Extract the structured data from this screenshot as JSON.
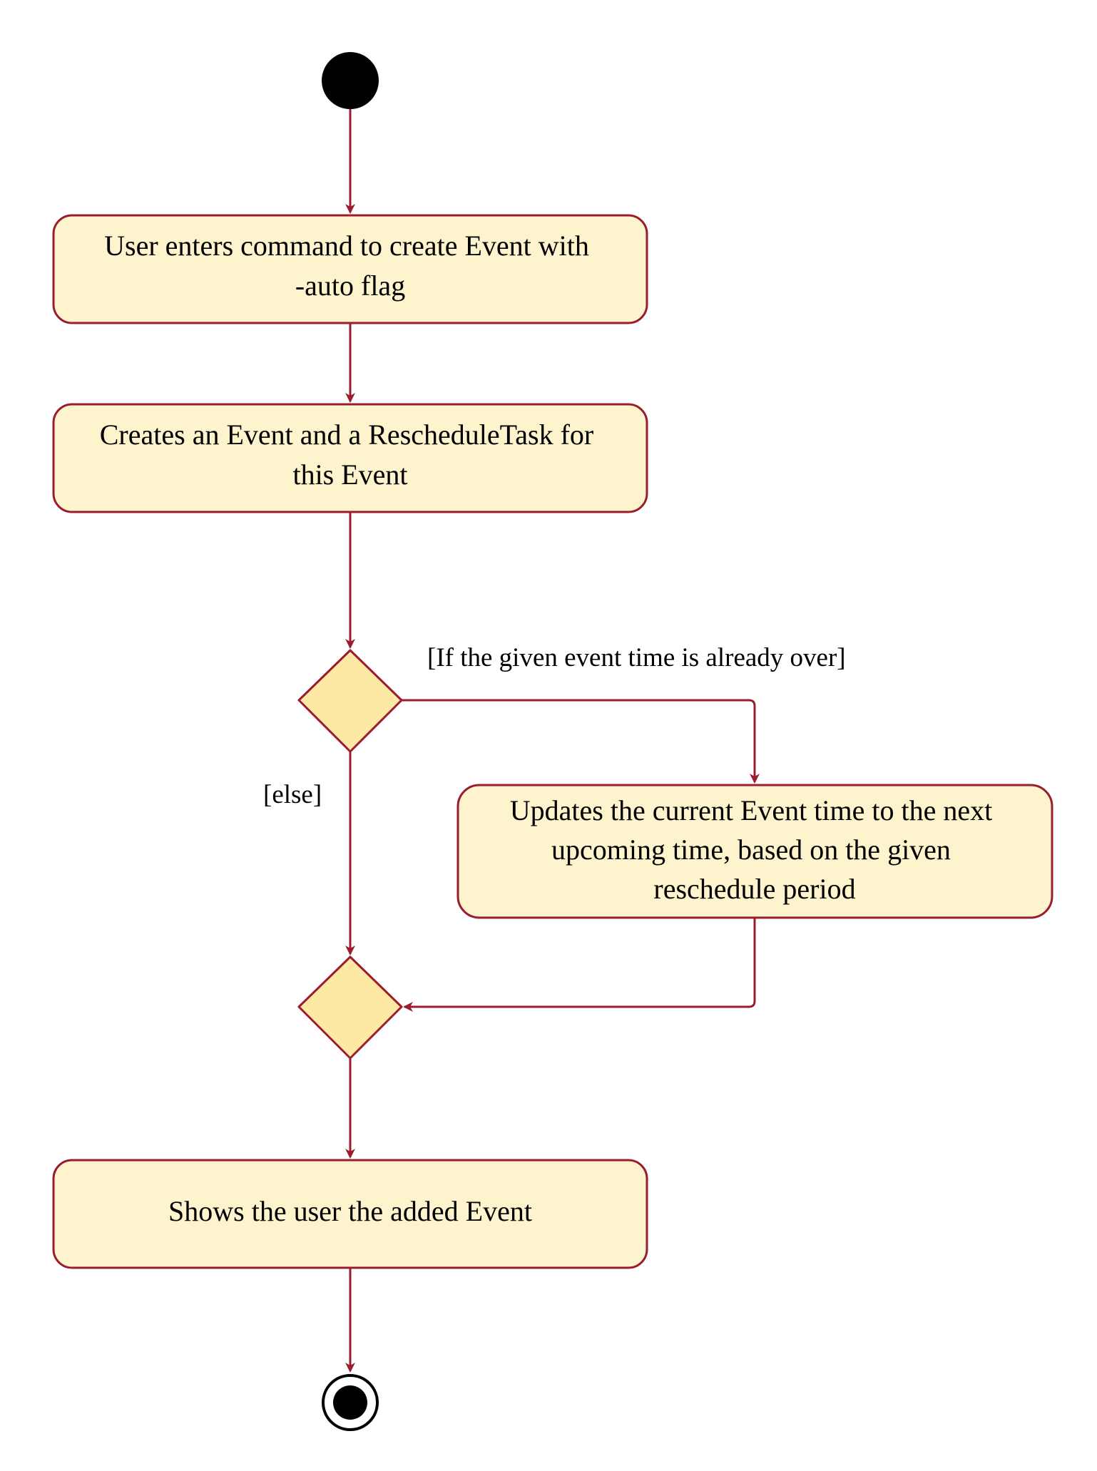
{
  "colors": {
    "stroke": "#9b1c2e",
    "action_fill": "#fdf3cc",
    "decision_fill": "#fde8a4",
    "start_fill": "#000000",
    "end_ring": "#000000",
    "background": "#ffffff"
  },
  "nodes": {
    "start": {
      "kind": "initial-node"
    },
    "action_create_command": {
      "kind": "action",
      "lines": [
        "User enters command to create Event with",
        "-auto flag"
      ]
    },
    "action_create_event": {
      "kind": "action",
      "lines": [
        "Creates an Event and a RescheduleTask for",
        "this Event"
      ]
    },
    "decision": {
      "kind": "decision"
    },
    "action_update_time": {
      "kind": "action",
      "lines": [
        "Updates the current Event time to the next",
        "upcoming time, based on the given",
        "reschedule period"
      ]
    },
    "merge": {
      "kind": "merge"
    },
    "action_show_event": {
      "kind": "action",
      "lines": [
        "Shows the user the added Event"
      ]
    },
    "end": {
      "kind": "final-node"
    }
  },
  "guards": {
    "overdue": "[If the given event time is already over]",
    "else": "[else]"
  }
}
